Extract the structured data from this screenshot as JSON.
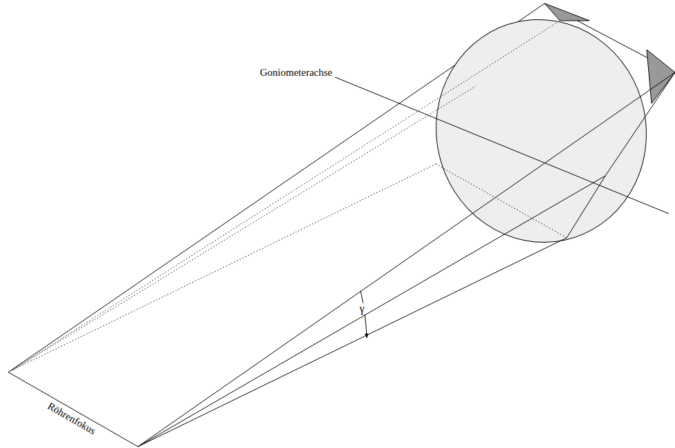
{
  "diagram": {
    "labels": [
      "Goniometerachse",
      "Röhrenfokus",
      "γ"
    ]
  }
}
